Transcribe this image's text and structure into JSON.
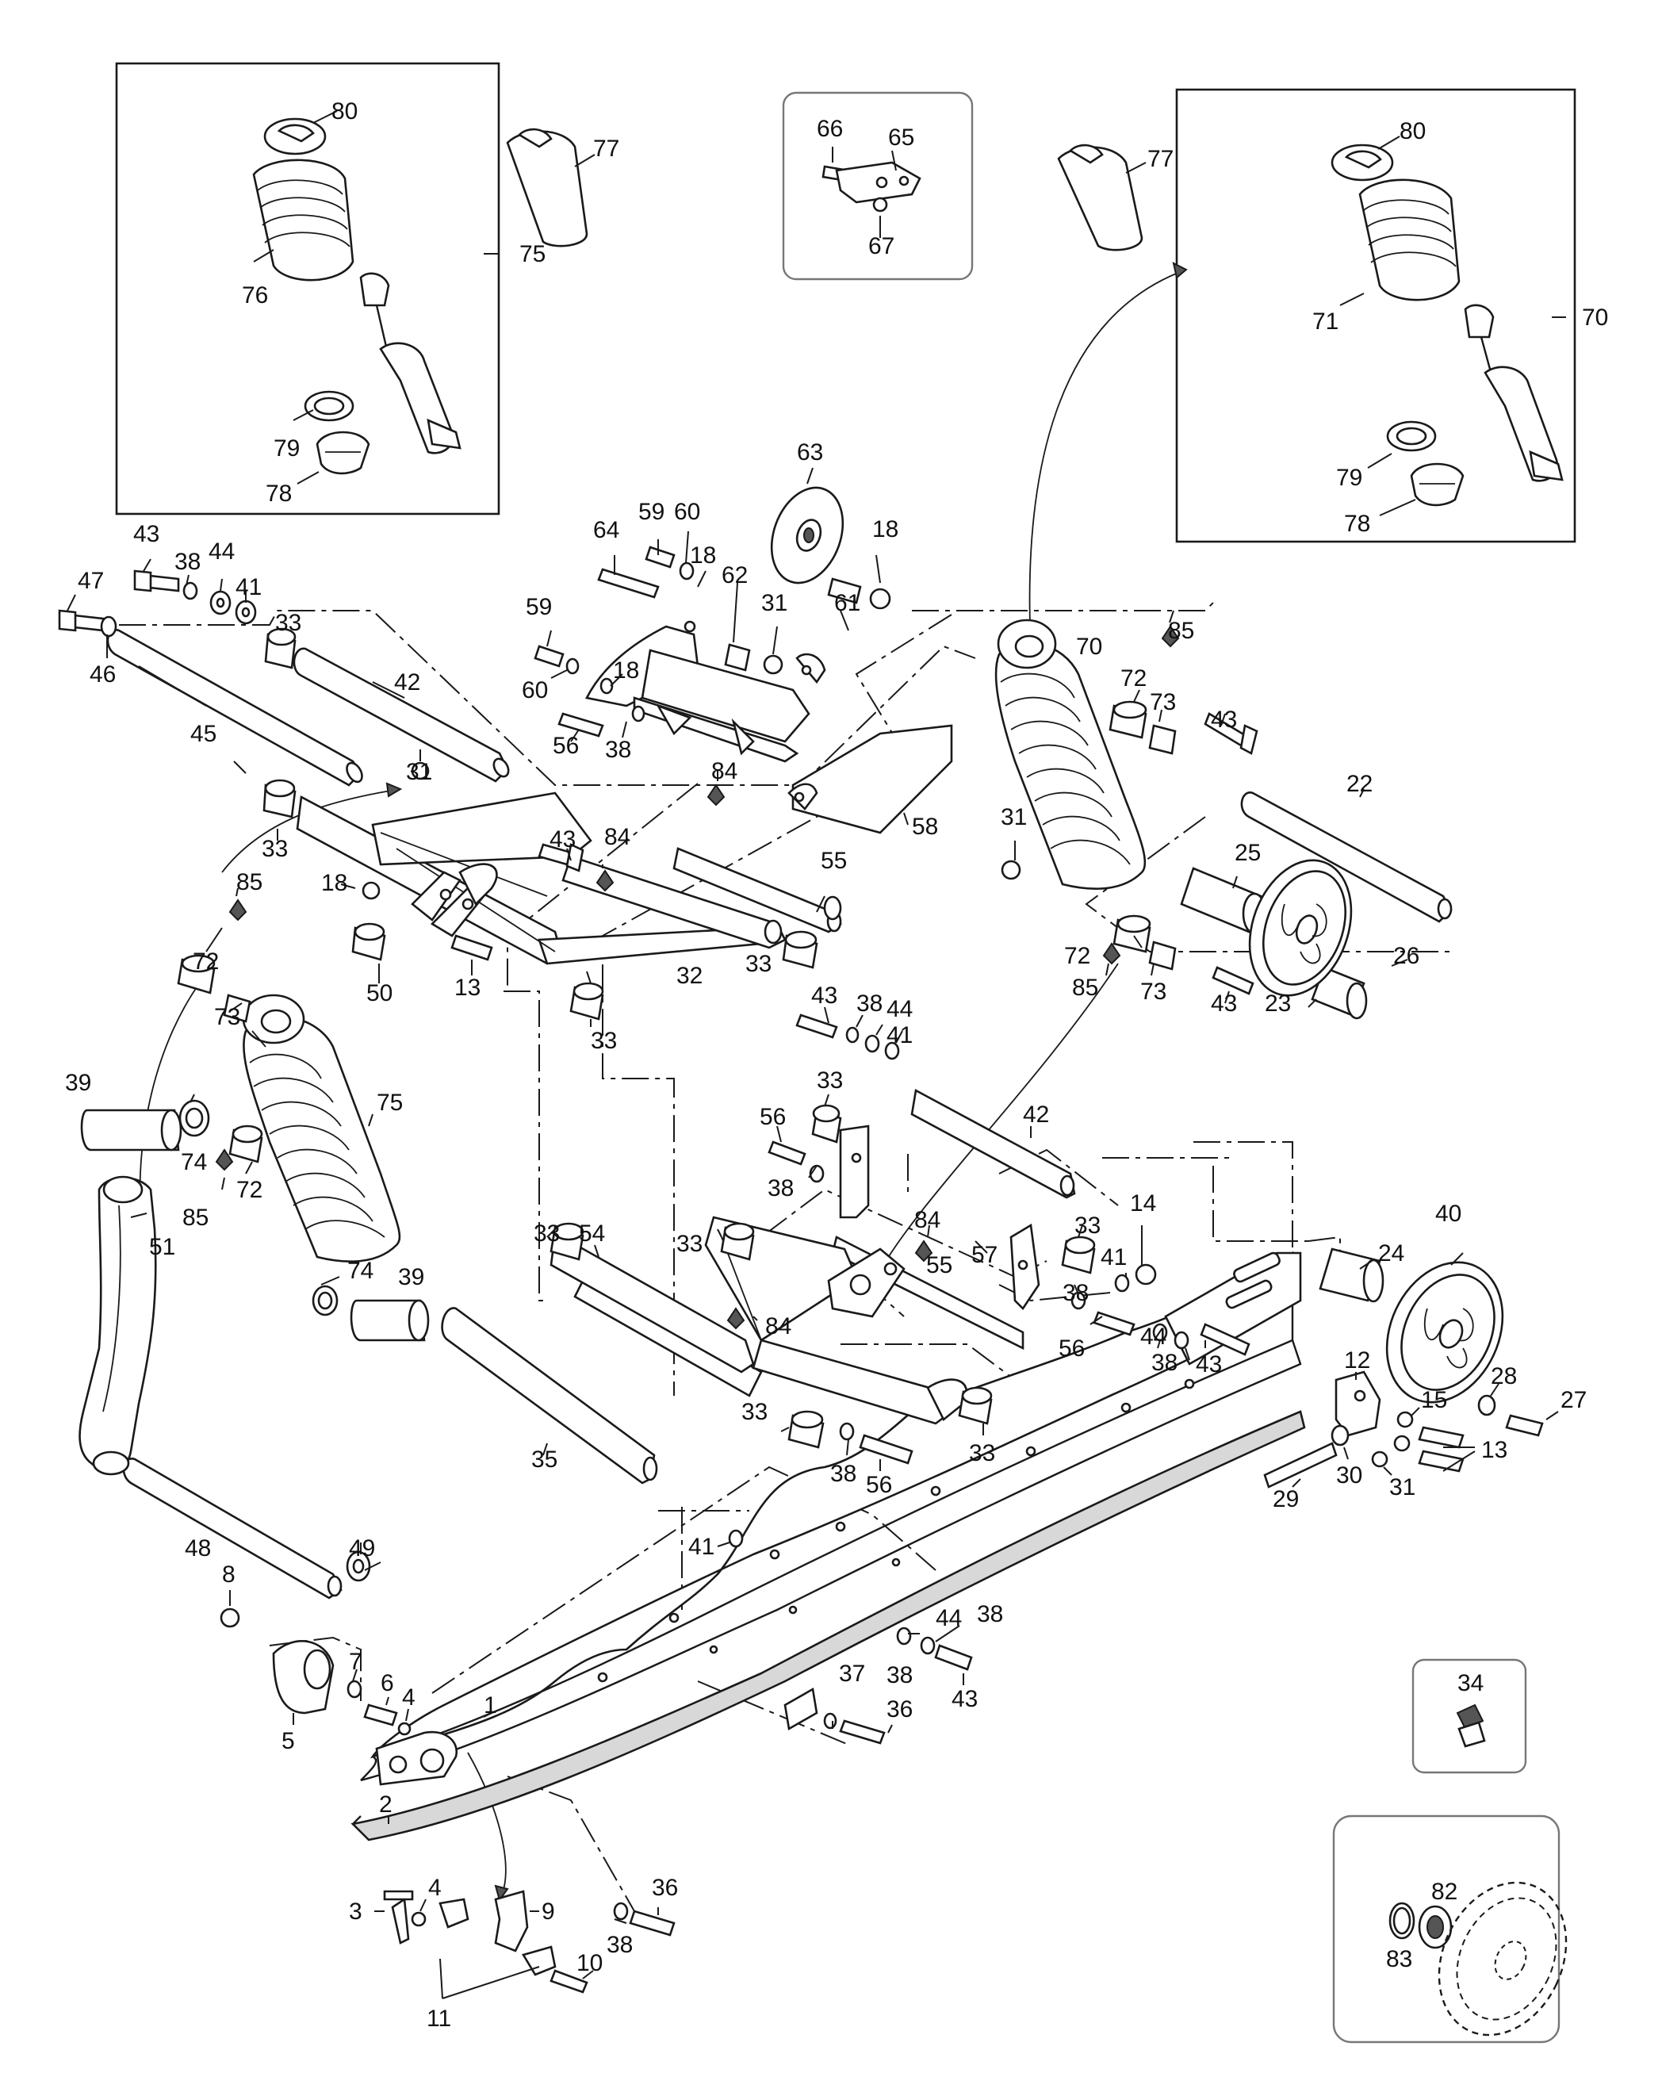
{
  "colors": {
    "ink": "#1a1a1a",
    "paper": "#ffffff",
    "shade": "#d8d8d8"
  },
  "labels": {
    "l1": "1",
    "l2": "2",
    "l3": "3",
    "l4a": "4",
    "l4b": "4",
    "l5": "5",
    "l6": "6",
    "l7": "7",
    "l8": "8",
    "l9": "9",
    "l10": "10",
    "l11": "11",
    "l12": "12",
    "l13a": "13",
    "l13b": "13",
    "l14": "14",
    "l15": "15",
    "l18a": "18",
    "l18b": "18",
    "l18c": "18",
    "l18d": "18",
    "l22": "22",
    "l23": "23",
    "l24": "24",
    "l25": "25",
    "l26": "26",
    "l27": "27",
    "l28": "28",
    "l29": "29",
    "l30": "30",
    "l31a": "31",
    "l31b": "31",
    "l31c": "31",
    "l31d": "31",
    "l32": "32",
    "l33a": "33",
    "l33b": "33",
    "l33c": "33",
    "l33d": "33",
    "l33e": "33",
    "l33f": "33",
    "l33g": "33",
    "l33h": "33",
    "l33i": "33",
    "l33j": "33",
    "l34": "34",
    "l35": "35",
    "l36a": "36",
    "l36b": "36",
    "l37": "37",
    "l38a": "38",
    "l38b": "38",
    "l38c": "38",
    "l38d": "38",
    "l38e": "38",
    "l38f": "38",
    "l38g": "38",
    "l38h": "38",
    "l38i": "38",
    "l38j": "38",
    "l39a": "39",
    "l39b": "39",
    "l40": "40",
    "l41a": "41",
    "l41b": "41",
    "l41c": "41",
    "l41d": "41",
    "l42a": "42",
    "l42b": "42",
    "l43a": "43",
    "l43b": "43",
    "l43c": "43",
    "l43d": "43",
    "l43e": "43",
    "l43f": "43",
    "l43g": "43",
    "l44a": "44",
    "l44b": "44",
    "l44c": "44",
    "l44d": "44",
    "l45": "45",
    "l46": "46",
    "l47": "47",
    "l48": "48",
    "l49": "49",
    "l50": "50",
    "l51": "51",
    "l54": "54",
    "l55a": "55",
    "l55b": "55",
    "l56a": "56",
    "l56b": "56",
    "l56c": "56",
    "l56d": "56",
    "l57": "57",
    "l58": "58",
    "l59a": "59",
    "l59b": "59",
    "l60a": "60",
    "l60b": "60",
    "l61": "61",
    "l62": "62",
    "l63": "63",
    "l64": "64",
    "l65": "65",
    "l66": "66",
    "l67": "67",
    "l70a": "70",
    "l70b": "70",
    "l71": "71",
    "l72a": "72",
    "l72b": "72",
    "l72c": "72",
    "l72d": "72",
    "l73a": "73",
    "l73b": "73",
    "l73c": "73",
    "l74a": "74",
    "l74b": "74",
    "l75a": "75",
    "l75b": "75",
    "l76": "76",
    "l77a": "77",
    "l77b": "77",
    "l78a": "78",
    "l78b": "78",
    "l79a": "79",
    "l79b": "79",
    "l80a": "80",
    "l80b": "80",
    "l82": "82",
    "l83": "83",
    "l84a": "84",
    "l84b": "84",
    "l84c": "84",
    "l84d": "84",
    "l85a": "85",
    "l85b": "85",
    "l85c": "85",
    "l85d": "85"
  }
}
